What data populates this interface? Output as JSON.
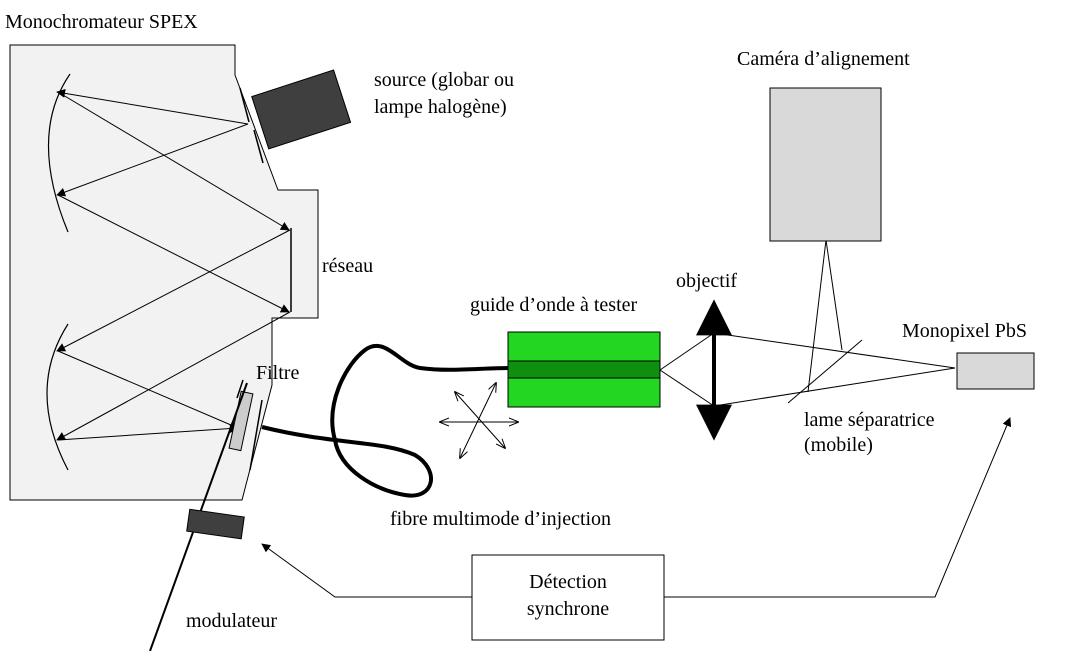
{
  "labels": {
    "monochromator": "Monochromateur SPEX",
    "source_line1": "source (globar ou",
    "source_line2": "lampe halogène)",
    "camera": "Caméra d’alignement",
    "grating": "réseau",
    "objective": "objectif",
    "waveguide": "guide d’onde à tester",
    "detector": "Monopixel PbS",
    "filter": "Filtre",
    "beamsplitter_line1": "lame séparatrice",
    "beamsplitter_line2": "(mobile)",
    "fiber": "fibre multimode d’injection",
    "sync_line1": "Détection",
    "sync_line2": "synchrone",
    "modulator": "modulateur"
  },
  "colors": {
    "housing_fill": "#f2f2f2",
    "source_fill": "#3f3f3f",
    "camera_fill": "#d9d9d9",
    "detector_fill": "#d9d9d9",
    "waveguide_fill": "#22d622",
    "waveguide_core": "#0f8f0f",
    "filter_fill": "#cccccc",
    "modulator_fill": "#3f3f3f",
    "stroke": "#000000"
  }
}
